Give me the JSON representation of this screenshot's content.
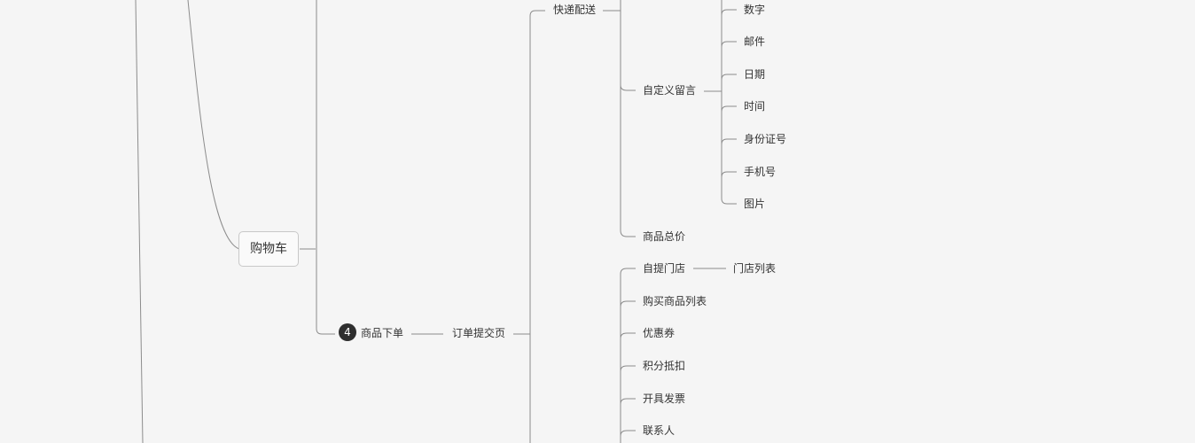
{
  "mindmap": {
    "cart": "购物车",
    "order_badge": "4",
    "place_order": "商品下单",
    "order_submit": "订单提交页",
    "express": "快递配送",
    "custom_msg": "自定义留言",
    "custom_msg_children": [
      "数字",
      "邮件",
      "日期",
      "时间",
      "身份证号",
      "手机号",
      "图片"
    ],
    "total_price": "商品总价",
    "pickup": "自提门店",
    "store_list": "门店列表",
    "submit_children": [
      "购买商品列表",
      "优惠券",
      "积分抵扣",
      "开具发票",
      "联系人"
    ]
  }
}
